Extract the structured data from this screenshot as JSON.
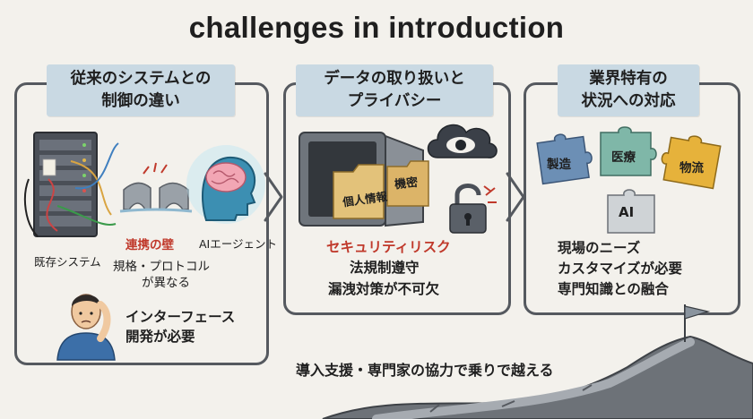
{
  "title": "challenges in introduction",
  "panels": [
    {
      "heading_line1": "従来のシステムとの",
      "heading_line2": "制御の違い",
      "icons": [
        "server-rack-icon",
        "broken-bridge-icon",
        "ai-brain-icon",
        "confused-person-icon"
      ],
      "labels": {
        "legacy_system": "既存システム",
        "integration_wall": "連携の壁",
        "ai_agent": "AIエージェント",
        "spec_line1": "規格・プロトコル",
        "spec_line2": "が異なる",
        "interface_line1": "インターフェース",
        "interface_line2": "開発が必要"
      }
    },
    {
      "heading_line1": "データの取り扱いと",
      "heading_line2": "プライバシー",
      "icons": [
        "safe-icon",
        "eye-cloud-icon",
        "padlock-icon",
        "folder-icon"
      ],
      "labels": {
        "personal_info": "個人情報",
        "confidential": "機密",
        "security_risk": "セキュリティリスク",
        "compliance": "法規制遵守",
        "leak_prevention": "漏洩対策が不可欠"
      }
    },
    {
      "heading_line1": "業界特有の",
      "heading_line2": "状況への対応",
      "icons": [
        "puzzle-piece-icon",
        "flag-icon"
      ],
      "puzzle_pieces": [
        "製造",
        "医療",
        "物流",
        "AI"
      ],
      "labels": {
        "needs_line1": "現場のニーズ",
        "needs_line2": "カスタマイズが必要",
        "needs_line3": "専門知識との融合"
      }
    }
  ],
  "footer": "導入支援・専門家の協力で乗りで越える",
  "colors": {
    "heading_bg": "#c9d9e3",
    "accent_red": "#c0392b",
    "panel_border": "#55595f",
    "puzzle_manufacturing": "#6c8fb5",
    "puzzle_medical": "#7fb7a8",
    "puzzle_logistics": "#e6b23b",
    "puzzle_ai": "#cfd3d6"
  }
}
